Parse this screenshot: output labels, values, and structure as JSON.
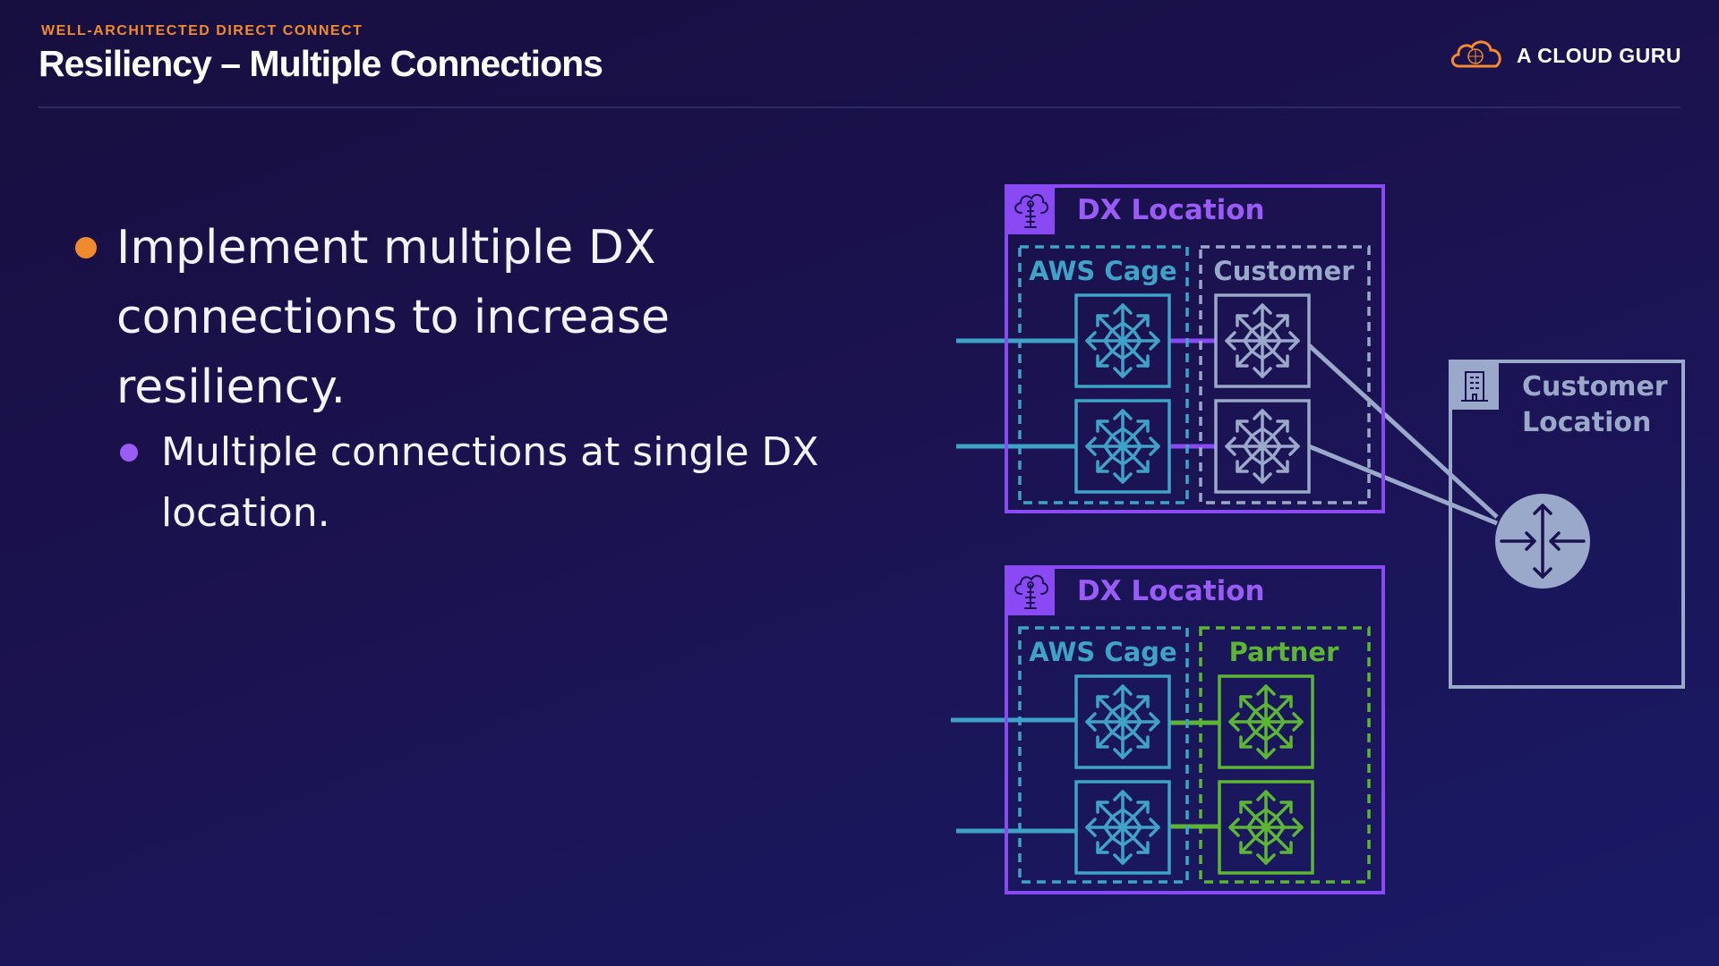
{
  "header": {
    "eyebrow": "WELL-ARCHITECTED DIRECT CONNECT",
    "title": "Resiliency – Multiple Connections"
  },
  "brand": {
    "name": "A CLOUD GURU",
    "icon": "cloud-logo-icon",
    "accent": "#f28a2e"
  },
  "bullets": {
    "main": "Implement multiple DX connections to increase resiliency.",
    "sub": "Multiple connections at single DX location."
  },
  "diagram": {
    "dx_location_1": {
      "label": "DX Location",
      "aws_cage": "AWS Cage",
      "customer": "Customer"
    },
    "dx_location_2": {
      "label": "DX Location",
      "aws_cage": "AWS Cage",
      "partner": "Partner"
    },
    "customer_location": {
      "label_line1": "Customer",
      "label_line2": "Location"
    },
    "colors": {
      "purple": "#8a4af3",
      "teal": "#3fa3c8",
      "gray": "#9aa8c9",
      "green": "#5cb634"
    },
    "icons": [
      "dx-location-icon",
      "router-icon",
      "building-icon",
      "customer-router-icon"
    ]
  }
}
